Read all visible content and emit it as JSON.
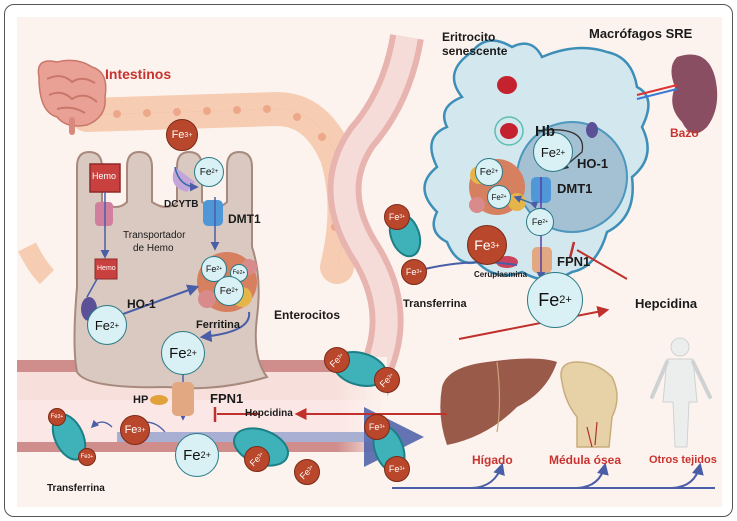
{
  "labels": {
    "intestinos": "Intestinos",
    "eritrocito_line1": "Eritrocito",
    "eritrocito_line2": "senescente",
    "macrofagos": "Macrófagos SRE",
    "bazo": "Bazo",
    "hemo_top": "Hemo",
    "hemo_bottom": "Hemo",
    "transportador_line1": "Transportador",
    "transportador_line2": "de Hemo",
    "dcytb": "DCYTB",
    "dmt1_enterocyte": "DMT1",
    "ho1_enterocyte": "HO-1",
    "ferritina": "Ferritina",
    "enterocitos": "Enterocitos",
    "hp": "HP",
    "fpn1_enterocyte": "FPN1",
    "hepcidina_gut": "Hepcidina",
    "transferrina_bottom": "Transferrina",
    "transferrina_mid": "Transferrina",
    "hb": "Hb",
    "ho1_macrophage": "HO-1",
    "dmt1_macrophage": "DMT1",
    "fpn1_macrophage": "FPN1",
    "ceruloplasmina": "Ceruplasmina",
    "hepcidina_right": "Hepcidina",
    "higado": "Hígado",
    "medula": "Médula ósea",
    "otros": "Otros tejidos"
  },
  "ions": {
    "fe3": "Fe",
    "fe3_sup": "3+",
    "fe2": "Fe",
    "fe2_sup": "2+"
  },
  "colors": {
    "background": "#fdf3ee",
    "label_red": "#c8332f",
    "fe2_fill": "#d9f0f5",
    "fe2_stroke": "#2a7a86",
    "fe3_fill": "#b9472b",
    "transferrin": "#3fb1b8",
    "arrow_blue": "#4a5ea8",
    "hepcidin_red": "#c0302c",
    "enterocyte": "#d9c9c1",
    "macrophage": "#d3e7ef",
    "liver": "#9a5a4a"
  }
}
